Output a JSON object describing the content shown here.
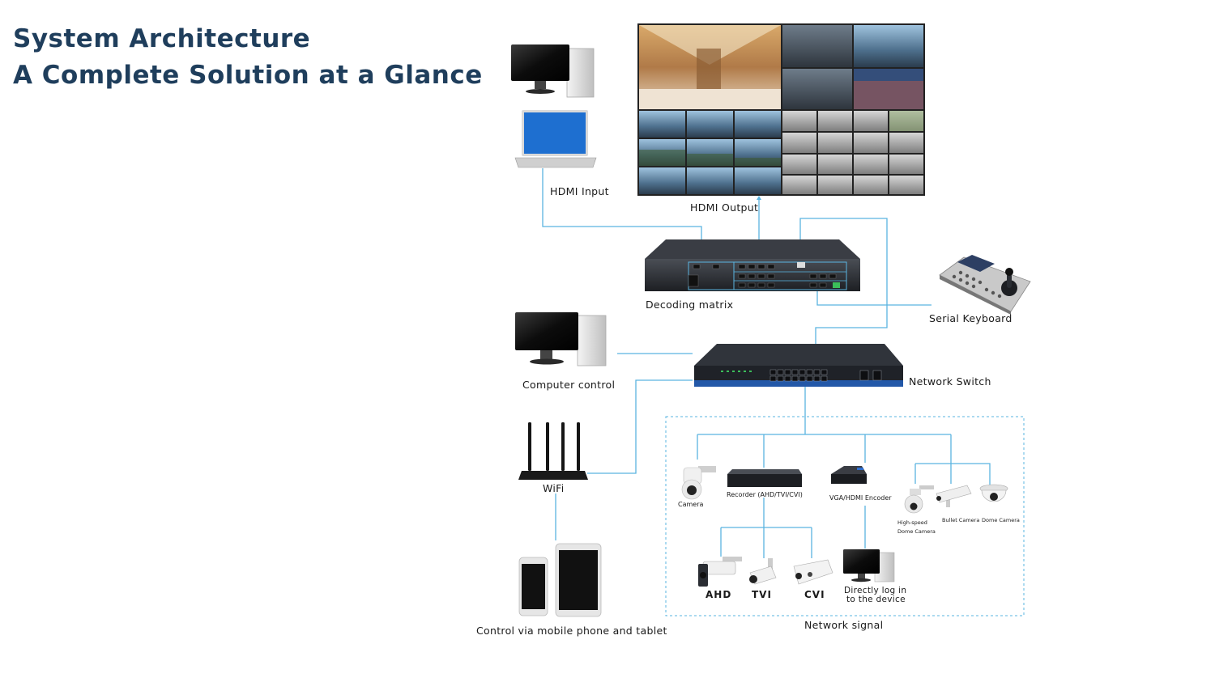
{
  "header": {
    "title_line1": "System Architecture",
    "title_line2": "A Complete Solution at a Glance"
  },
  "labels": {
    "hdmi_input": "HDMI Input",
    "hdmi_output": "HDMI Output",
    "decoding_matrix": "Decoding matrix",
    "serial_keyboard": "Serial Keyboard",
    "computer_control": "Computer control",
    "network_switch": "Network Switch",
    "wifi": "WiFi",
    "mobile_control": "Control via mobile phone and tablet",
    "camera": "Camera",
    "recorder": "Recorder (AHD/TVI/CVI)",
    "encoder": "VGA/HDMI Encoder",
    "highspeed_dome_line1": "High-speed",
    "highspeed_dome_line2": "Dome Camera",
    "bullet_camera": "Bullet Camera",
    "dome_camera": "Dome Camera",
    "ahd": "AHD",
    "tvi": "TVI",
    "cvi": "CVI",
    "direct_login_line1": "Directly log in",
    "direct_login_line2": "to the device",
    "network_signal": "Network signal"
  },
  "colors": {
    "title": "#1f3e5c",
    "connector": "#5ab4e0",
    "device_dark": "#2a2d33",
    "screen_blue": "#1e6fd0",
    "dashed_border": "#5ab4e0"
  }
}
